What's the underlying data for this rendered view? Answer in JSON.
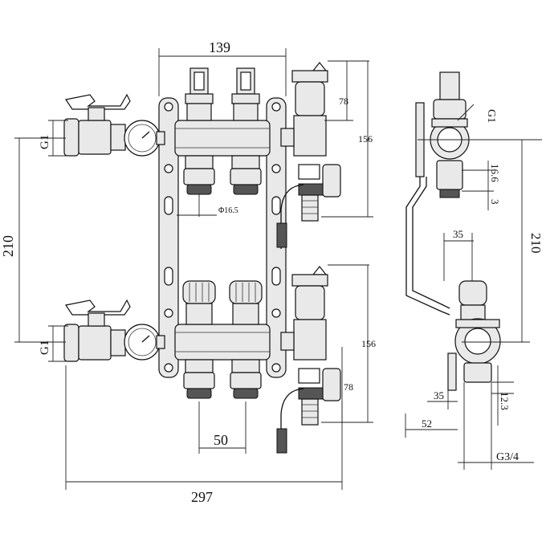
{
  "labels": {
    "width_top": "139",
    "width_total": "297",
    "spacing": "50",
    "height_main": "210",
    "side_height": "210",
    "diameter": "Φ16.5",
    "thread_left_top": "G1",
    "thread_left_bottom": "G1",
    "thread_side": "G1",
    "h78_top": "78",
    "h78_bottom": "78",
    "h156_top": "156",
    "h156_bottom": "156",
    "d166": "16.6",
    "d3": "3",
    "d35_top": "35",
    "d35_bottom": "35",
    "d123": "12.3",
    "d52": "52",
    "thread_g34": "G3/4"
  }
}
